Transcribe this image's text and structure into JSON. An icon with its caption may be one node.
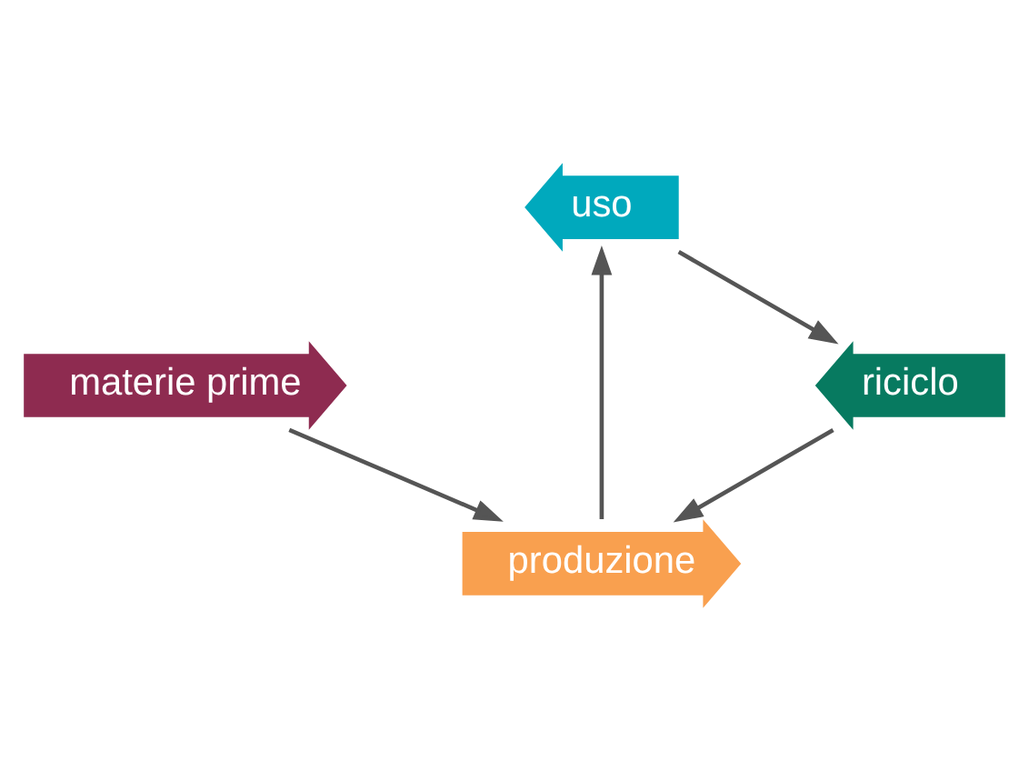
{
  "diagram": {
    "nodes": [
      {
        "text": [
          "materie prime"
        ]
      },
      {
        "text": [
          "produzione"
        ]
      },
      {
        "text": [
          "uso"
        ]
      },
      {
        "text": [
          "riciclo"
        ]
      }
    ],
    "edges": [
      {
        "from": 0,
        "to": 1,
        "arrow": "to"
      },
      {
        "from": 1,
        "to": 2,
        "arrow": "to"
      },
      {
        "from": 2,
        "to": 3,
        "arrow": "to"
      },
      {
        "from": 3,
        "to": 1,
        "arrow": "to"
      }
    ]
  }
}
